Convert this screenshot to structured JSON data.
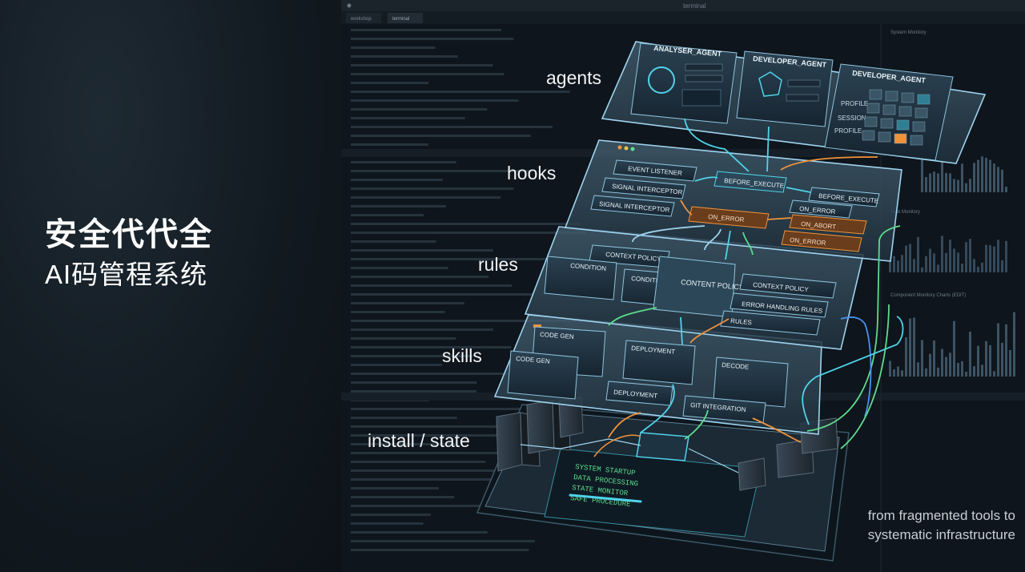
{
  "title": {
    "line1": "安全代代全",
    "line2": "AI码管程系统"
  },
  "window": {
    "title": "terminal",
    "tabs": [
      "workshop",
      "terminal"
    ]
  },
  "layer_labels": {
    "agents": "agents",
    "hooks": "hooks",
    "rules": "rules",
    "skills": "skills",
    "install": "install / state"
  },
  "agents": {
    "cards": [
      {
        "name": "ANALYSER_AGENT"
      },
      {
        "name": "DEVELOPER_AGENT"
      },
      {
        "name": "DEVELOPER_AGENT",
        "rows": [
          "PROFILE",
          "SESSION",
          "PROFILE"
        ]
      }
    ]
  },
  "hooks": {
    "left": [
      "EVENT LISTENER",
      "SIGNAL INTERCEPTOR",
      "SIGNAL INTERCEPTOR"
    ],
    "center": [
      "BEFORE_EXECUTE",
      "ON_ERROR"
    ],
    "right": [
      "BEFORE_EXECUTE",
      "ON_ERROR",
      "ON_ABORT",
      "ON_ERROR"
    ]
  },
  "rules": {
    "items": [
      "CONTEXT POLICY",
      "CONDITION",
      "CONDITION"
    ],
    "center": "CONTENT POLICY",
    "right": [
      "CONTEXT POLICY",
      "ERROR HANDLING RULES",
      "RULES"
    ]
  },
  "skills": {
    "items": [
      "CODE GEN",
      "CODE GEN",
      "DEPLOYMENT",
      "DEPLOYMENT",
      "DECODE",
      "GIT INTEGRATION"
    ]
  },
  "install": {
    "console": [
      "SYSTEM STARTUP",
      "DATA PROCESSING",
      "STATE MONITOR",
      "SAFE PROCEDURE"
    ]
  },
  "side_titles": [
    "System Monitory",
    "Task Monitory",
    "Component Monitory Charts (EDIT)"
  ],
  "caption": {
    "line1": "from fragmented tools to",
    "line2": "systematic infrastructure"
  },
  "colors": {
    "left_bg": "#151e25",
    "right_bg": "#0d141b",
    "panel": "#3b5566",
    "edge": "#9fd4f0",
    "cyan": "#4fd3ea",
    "orange": "#f0923a",
    "green": "#5ddc8c",
    "blue": "#4a8ff0"
  }
}
